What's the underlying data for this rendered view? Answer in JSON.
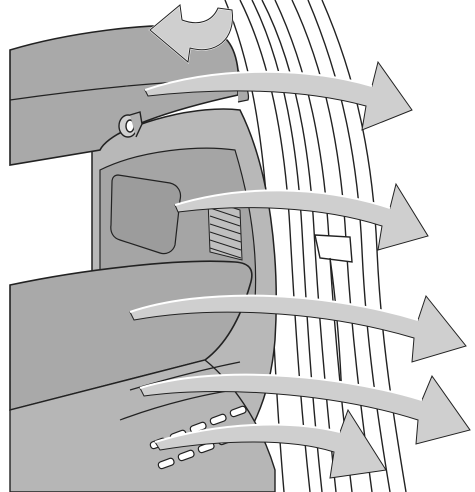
{
  "illustration": {
    "subject": "door-seal-and-filter-area",
    "colors": {
      "background": "#ffffff",
      "panel_gray": "#a9a9a9",
      "panel_gray_dark": "#8f8f8f",
      "recess_gray": "#b8b8b8",
      "arrow_fill": "#cfcfcf",
      "arrow_stroke": "#ffffff",
      "line": "#222222"
    },
    "arrows": [
      {
        "name": "airflow-arrow-1",
        "direction": "right"
      },
      {
        "name": "airflow-arrow-2",
        "direction": "right"
      },
      {
        "name": "airflow-arrow-3",
        "direction": "right"
      },
      {
        "name": "airflow-arrow-4",
        "direction": "right"
      },
      {
        "name": "airflow-arrow-5",
        "direction": "right"
      }
    ],
    "rotation_arrow": {
      "name": "lift-rotate-arrow",
      "direction": "up-left"
    }
  }
}
